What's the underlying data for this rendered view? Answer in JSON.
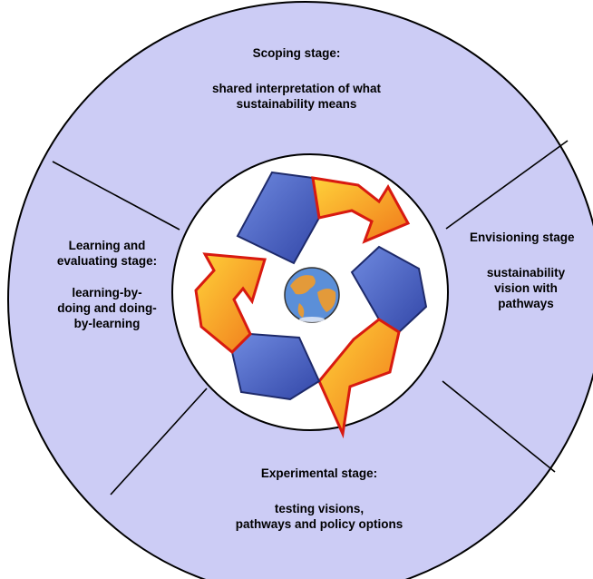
{
  "stages": {
    "scoping": {
      "title": "Scoping stage:",
      "desc_lines": [
        "shared interpretation of what",
        "sustainability means"
      ]
    },
    "envisioning": {
      "title": "Envisioning stage",
      "desc_lines": [
        "sustainability",
        "vision with",
        "pathways"
      ]
    },
    "learning": {
      "title_lines": [
        "Learning and",
        "evaluating stage:"
      ],
      "desc_lines": [
        "learning-by-",
        "doing and doing-",
        "by-learning"
      ]
    },
    "experimental": {
      "title": "Experimental stage:",
      "desc_lines": [
        "testing visions,",
        "pathways and policy options"
      ]
    }
  },
  "colors": {
    "outer_fill": "#ccccf5",
    "inner_fill": "#ffffff",
    "stroke": "#000000",
    "arrow_blue": "#4a66c8",
    "arrow_orange": "#f59a1a",
    "arrow_red_outline": "#d81a10",
    "globe_ocean": "#5b8fd8",
    "globe_land": "#e39a3a"
  },
  "icons": {
    "center": "recycle-globe-icon"
  }
}
